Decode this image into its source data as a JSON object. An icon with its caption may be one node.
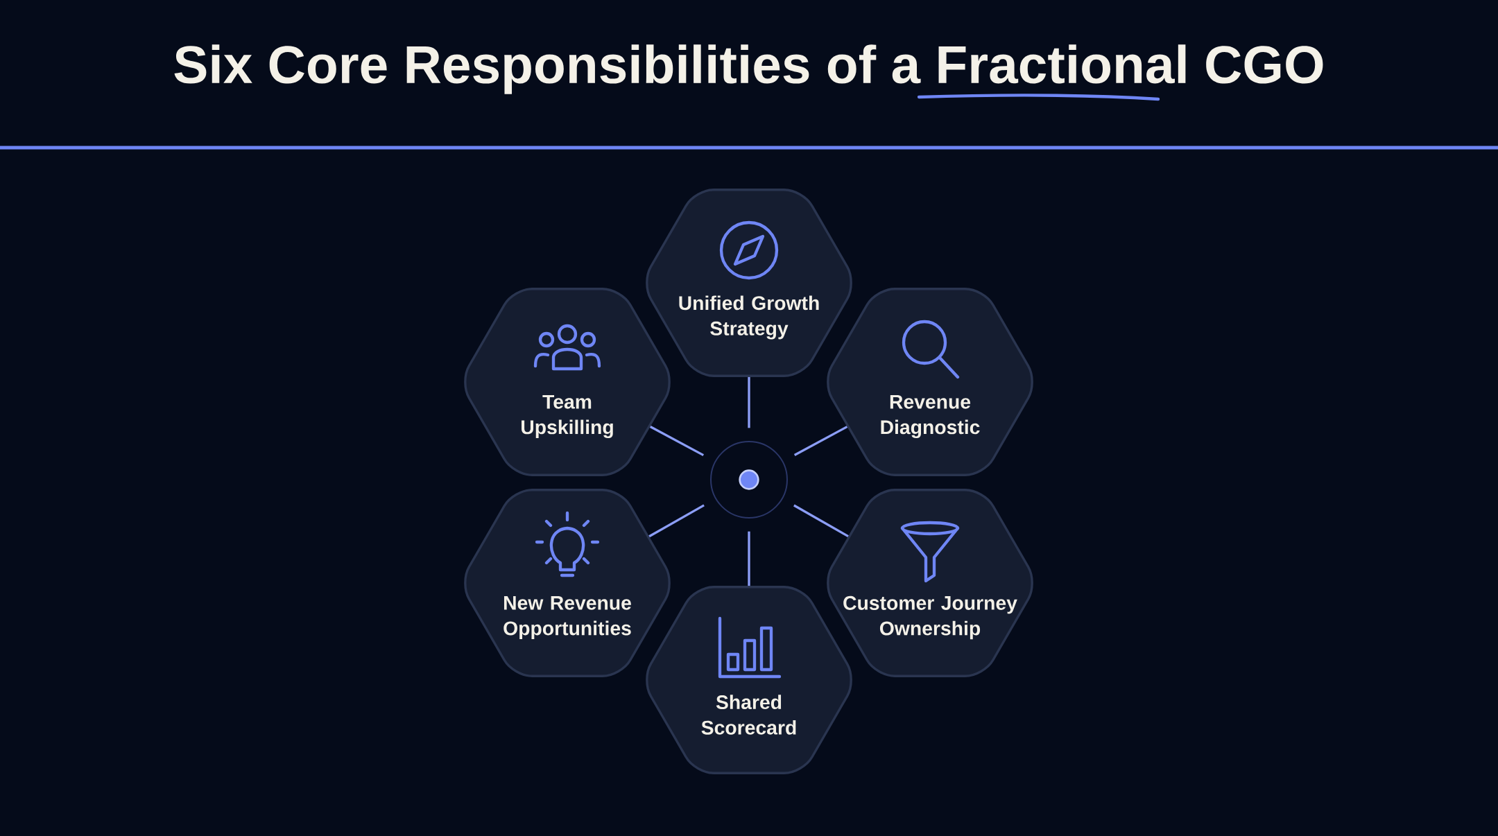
{
  "diagram": {
    "title": "Six Core Responsibilities of a Fractional CGO",
    "nodes": [
      {
        "text": [
          "Unified Growth Strategy"
        ]
      },
      {
        "text": [
          "Team Upskilling"
        ]
      },
      {
        "text": [
          "Revenue Diagnostic"
        ]
      },
      {
        "text": [
          "New Revenue Opportunities"
        ]
      },
      {
        "text": [
          "Customer Journey Ownership"
        ]
      },
      {
        "text": [
          "Shared Scorecard"
        ]
      },
      {
        "text": [],
        "shape": "circle"
      }
    ],
    "edges": [
      {
        "from": 6,
        "to": 0,
        "arrow": "none"
      },
      {
        "from": 6,
        "to": 1,
        "arrow": "none"
      },
      {
        "from": 6,
        "to": 2,
        "arrow": "none"
      },
      {
        "from": 6,
        "to": 3,
        "arrow": "none"
      },
      {
        "from": 6,
        "to": 4,
        "arrow": "none"
      },
      {
        "from": 6,
        "to": 5,
        "arrow": "none"
      }
    ]
  }
}
